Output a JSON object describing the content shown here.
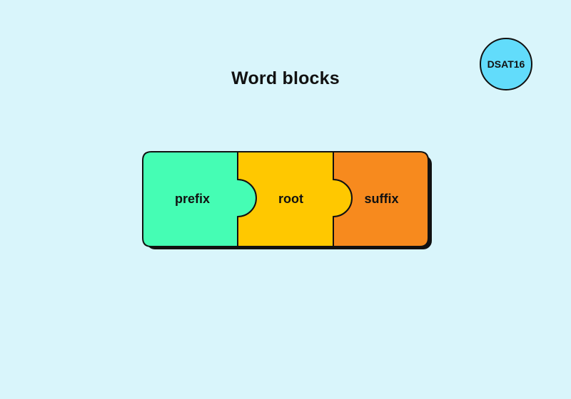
{
  "title": "Word blocks",
  "badge": "DSAT16",
  "blocks": [
    {
      "label": "prefix",
      "color": "#45fdb4"
    },
    {
      "label": "root",
      "color": "#ffc800"
    },
    {
      "label": "suffix",
      "color": "#f78a1e"
    }
  ],
  "colors": {
    "background": "#d9f5fb",
    "badge": "#62dcfb",
    "outline": "#111111"
  }
}
